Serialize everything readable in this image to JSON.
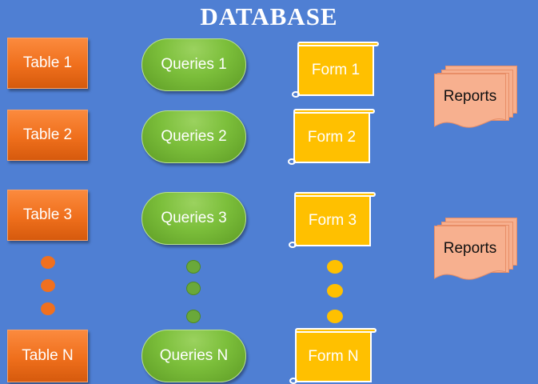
{
  "title": "DATABASE",
  "tables": [
    "Table 1",
    "Table 2",
    "Table 3",
    "Table N"
  ],
  "queries": [
    "Queries 1",
    "Queries 2",
    "Queries 3",
    "Queries N"
  ],
  "forms": [
    "Form 1",
    "Form 2",
    "Form 3",
    "Form N"
  ],
  "reports": [
    "Reports",
    "Reports"
  ],
  "colors": {
    "background": "#4f7fd3",
    "table": "#ef6f1c",
    "query": "#7cbf3b",
    "form": "#ffc000",
    "report": "#f7b08f"
  }
}
